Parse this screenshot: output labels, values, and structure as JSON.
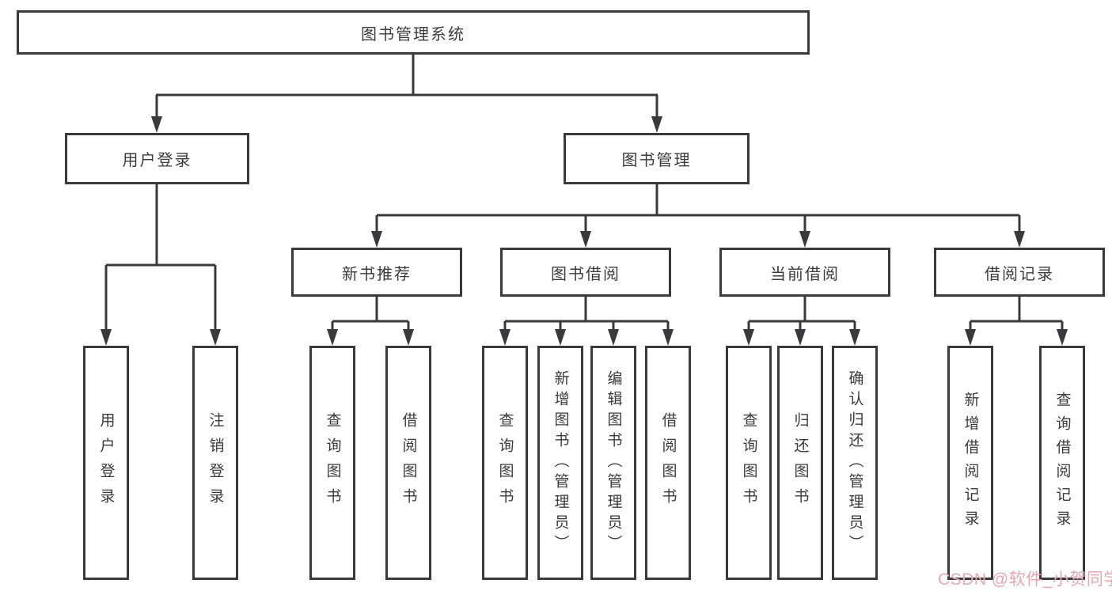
{
  "diagram": {
    "root": {
      "label": "图书管理系统"
    },
    "branches": {
      "user_login": {
        "label": "用户登录",
        "leaves": [
          "用户登录",
          "注销登录"
        ]
      },
      "book_mgmt": {
        "label": "图书管理"
      }
    },
    "modules": [
      {
        "label": "新书推荐",
        "leaves": [
          "查询图书",
          "借阅图书"
        ]
      },
      {
        "label": "图书借阅",
        "leaves": [
          "查询图书",
          "新增图书（管理员）",
          "编辑图书（管理员）",
          "借阅图书"
        ]
      },
      {
        "label": "当前借阅",
        "leaves": [
          "查询图书",
          "归还图书",
          "确认归还（管理员）"
        ]
      },
      {
        "label": "借阅记录",
        "leaves": [
          "新增借阅记录",
          "查询借阅记录"
        ]
      }
    ]
  },
  "watermark": {
    "text": "CSDN @软件_小贺同学",
    "color": "#eba6b2"
  },
  "colors": {
    "line": "#3a3a3c",
    "text": "#3b3b3d",
    "box_background": "#ffffff",
    "page_background": "#ffffff"
  }
}
